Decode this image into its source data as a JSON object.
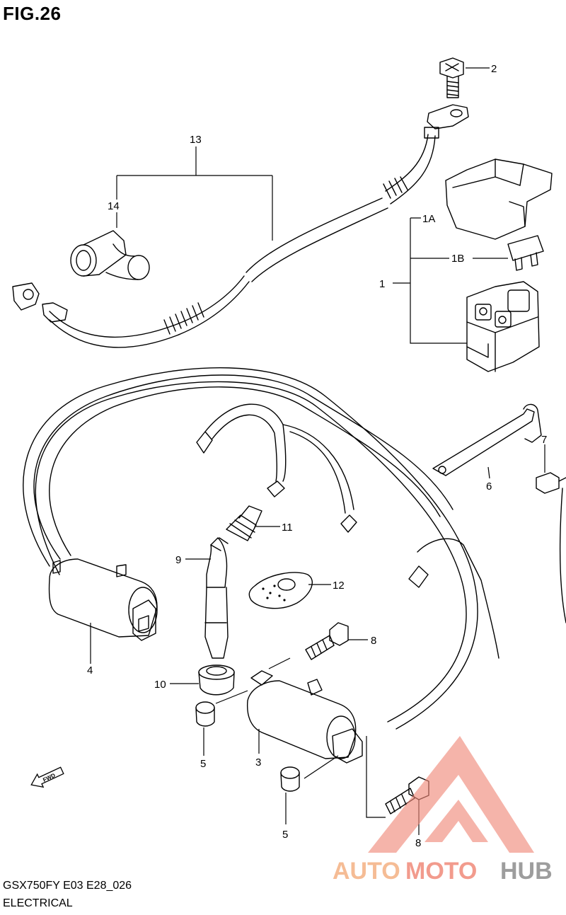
{
  "figure": {
    "title": "FIG.26"
  },
  "callouts": [
    {
      "id": "c2",
      "label": "2"
    },
    {
      "id": "c13",
      "label": "13"
    },
    {
      "id": "c14",
      "label": "14"
    },
    {
      "id": "c1A",
      "label": "1A"
    },
    {
      "id": "c1B",
      "label": "1B"
    },
    {
      "id": "c1",
      "label": "1"
    },
    {
      "id": "c7",
      "label": "7"
    },
    {
      "id": "c6",
      "label": "6"
    },
    {
      "id": "c11",
      "label": "11"
    },
    {
      "id": "c9",
      "label": "9"
    },
    {
      "id": "c12",
      "label": "12"
    },
    {
      "id": "c4",
      "label": "4"
    },
    {
      "id": "c8a",
      "label": "8"
    },
    {
      "id": "c10",
      "label": "10"
    },
    {
      "id": "c5a",
      "label": "5"
    },
    {
      "id": "c3",
      "label": "3"
    },
    {
      "id": "c5b",
      "label": "5"
    },
    {
      "id": "c8b",
      "label": "8"
    }
  ],
  "direction_marker": {
    "label": "FWD",
    "icon": "forward-arrow-icon"
  },
  "footer": {
    "model_code": "GSX750FY E03 E28_026",
    "section_title": "ELECTRICAL"
  },
  "watermark": {
    "word_1": "AUTO",
    "word_2": "MOTO",
    "word_3": "HUB",
    "color_primary": "#f08a7a",
    "color_accent": "#f4b183",
    "color_dark": "#8c8c8c"
  }
}
